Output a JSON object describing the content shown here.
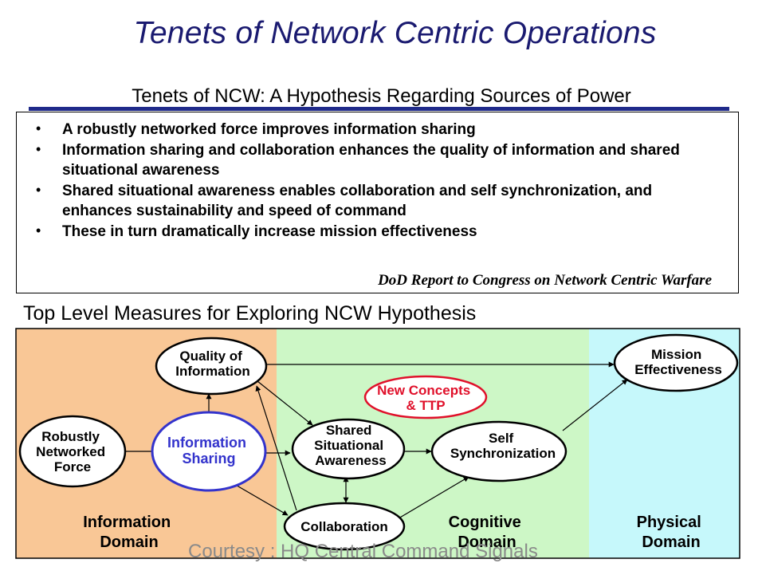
{
  "title": "Tenets of Network Centric Operations",
  "subtitle": "Tenets of NCW:  A Hypothesis Regarding Sources of Power",
  "bullets": [
    "A robustly networked force improves information sharing",
    "Information sharing and collaboration enhances the quality of information and shared situational awareness",
    "Shared situational awareness enables collaboration and self synchronization, and enhances sustainability and speed of command",
    "These in turn dramatically increase mission effectiveness"
  ],
  "source": "DoD Report to Congress on Network Centric Warfare",
  "measures_title": "Top Level Measures for Exploring NCW Hypothesis",
  "domains": {
    "information": [
      "Information",
      "Domain"
    ],
    "cognitive": [
      "Cognitive",
      "Domain"
    ],
    "physical": [
      "Physical",
      "Domain"
    ]
  },
  "nodes": {
    "quality": [
      "Quality of",
      "Information"
    ],
    "robust": [
      "Robustly",
      "Networked",
      "Force"
    ],
    "sharing": [
      "Information",
      "Sharing"
    ],
    "shared_sa": [
      "Shared",
      "Situational",
      "Awareness"
    ],
    "collaboration": [
      "Collaboration"
    ],
    "self_sync": [
      "Self",
      "Synchronization"
    ],
    "mission": [
      "Mission",
      "Effectiveness"
    ],
    "new_concepts": [
      "New Concepts",
      "& TTP"
    ]
  },
  "courtesy": "Courtesy : HQ Central Command Signals",
  "colors": {
    "title": "#1a1a70",
    "information_domain": "#f9c796",
    "cognitive_domain": "#cdf7c6",
    "physical_domain": "#c6f8fb",
    "sharing_border": "#3333cc",
    "new_concepts": "#e0102a"
  }
}
